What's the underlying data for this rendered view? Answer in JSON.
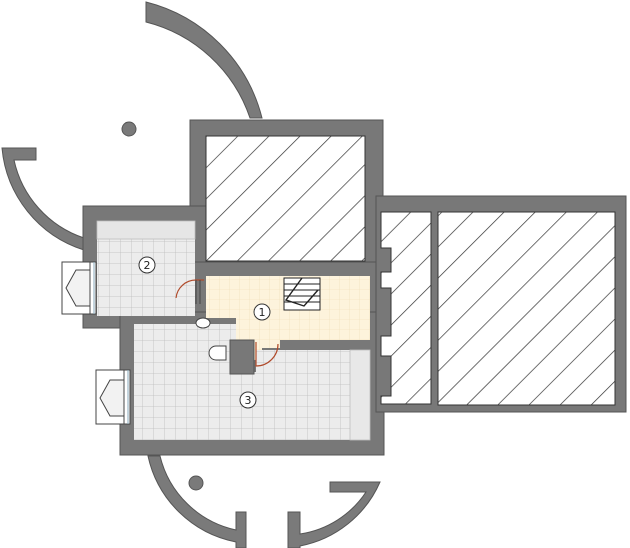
{
  "rooms": [
    {
      "number": "1",
      "type": "hall",
      "floor": "parquet",
      "floor_color": "#fdf3dc"
    },
    {
      "number": "2",
      "type": "room",
      "floor": "tile",
      "floor_color": "#ececec"
    },
    {
      "number": "3",
      "type": "room",
      "floor": "tile",
      "floor_color": "#ececec"
    }
  ],
  "colors": {
    "wall": "#787878",
    "wall_edge": "#555555",
    "tile_grid": "#bdbdbd",
    "hatch": "#333333",
    "door": "#b04a2a"
  }
}
